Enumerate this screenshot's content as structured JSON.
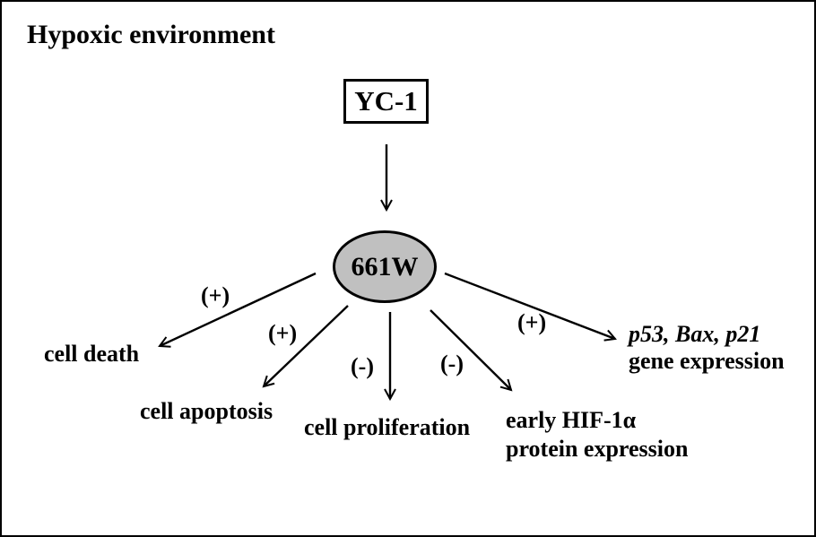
{
  "title": "Hypoxic environment",
  "nodes": {
    "treatment": "YC-1",
    "cell_line": "661W"
  },
  "effects": {
    "cell_death": {
      "sign": "(+)",
      "label": "cell death"
    },
    "cell_apoptosis": {
      "sign": "(+)",
      "label": "cell apoptosis"
    },
    "cell_proliferation": {
      "sign": "(-)",
      "label": "cell proliferation"
    },
    "hif_protein": {
      "sign": "(-)",
      "label_line1": "early HIF-1α",
      "label_line2": "protein expression"
    },
    "gene_expression": {
      "sign": "(+)",
      "label_line1": "p53, Bax, p21",
      "label_line2": "gene expression"
    }
  },
  "colors": {
    "background": "#ffffff",
    "line": "#000000",
    "cell_node_fill": "#c0c0c0"
  }
}
